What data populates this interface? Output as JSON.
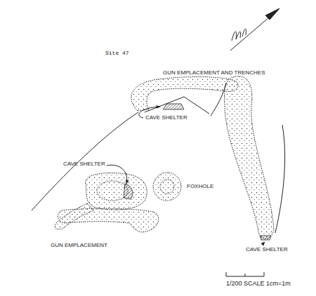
{
  "diagram": {
    "labels": [
      "Site 47",
      "GUN EMPLACEMENT AND TRENCHES",
      "CAVE SHELTER",
      "CAVE SHELTER",
      "FOXHOLE",
      "GUN EMPLACEMENT",
      "CAVE SHELTER",
      "1/200 SCALE 1cm=1m"
    ]
  }
}
